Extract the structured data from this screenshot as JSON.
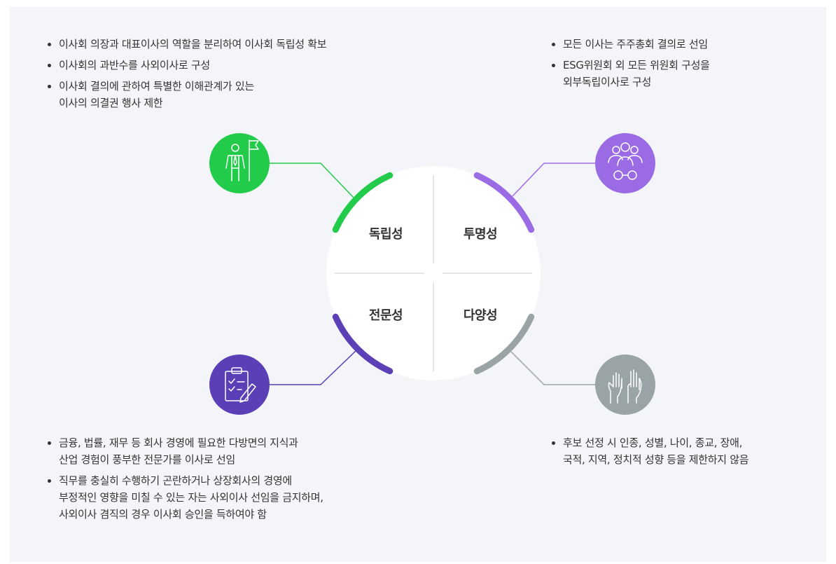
{
  "colors": {
    "independence": "#22cc4a",
    "transparency": "#9b6be6",
    "expertise": "#5a3fb6",
    "diversity": "#9aa3a6",
    "panel_bg": "#f4f5f8"
  },
  "quadrants": {
    "independence": "독립성",
    "transparency": "투명성",
    "expertise": "전문성",
    "diversity": "다양성"
  },
  "icons": {
    "independence": "person-with-flag-icon",
    "transparency": "people-binoculars-icon",
    "expertise": "clipboard-checklist-pen-icon",
    "diversity": "raised-hands-icon"
  },
  "bullets": {
    "independence": [
      "이사회 의장과 대표이사의 역할을 분리하여 이사회 독립성 확보",
      "이사회의 과반수를 사외이사로 구성",
      "이사회 결의에 관하여 특별한 이해관계가 있는\n이사의 의결권 행사 제한"
    ],
    "transparency": [
      "모든 이사는 주주총회 결의로 선임",
      "ESG위원회 외 모든 위원회 구성을\n외부독립이사로 구성"
    ],
    "expertise": [
      "금융, 법률, 재무 등 회사 경영에 필요한 다방면의 지식과\n산업 경험이 풍부한 전문가를 이사로 선임",
      "직무를 충실히 수행하기 곤란하거나 상장회사의 경영에\n부정적인 영향을 미칠 수 있는 자는 사외이사 선임을 금지하며,\n사외이사 겸직의 경우 이사회 승인을 득하여야 함"
    ],
    "diversity": [
      "후보 선정 시 인종, 성별, 나이, 종교, 장애,\n국적, 지역, 정치적 성향 등을 제한하지 않음"
    ]
  }
}
